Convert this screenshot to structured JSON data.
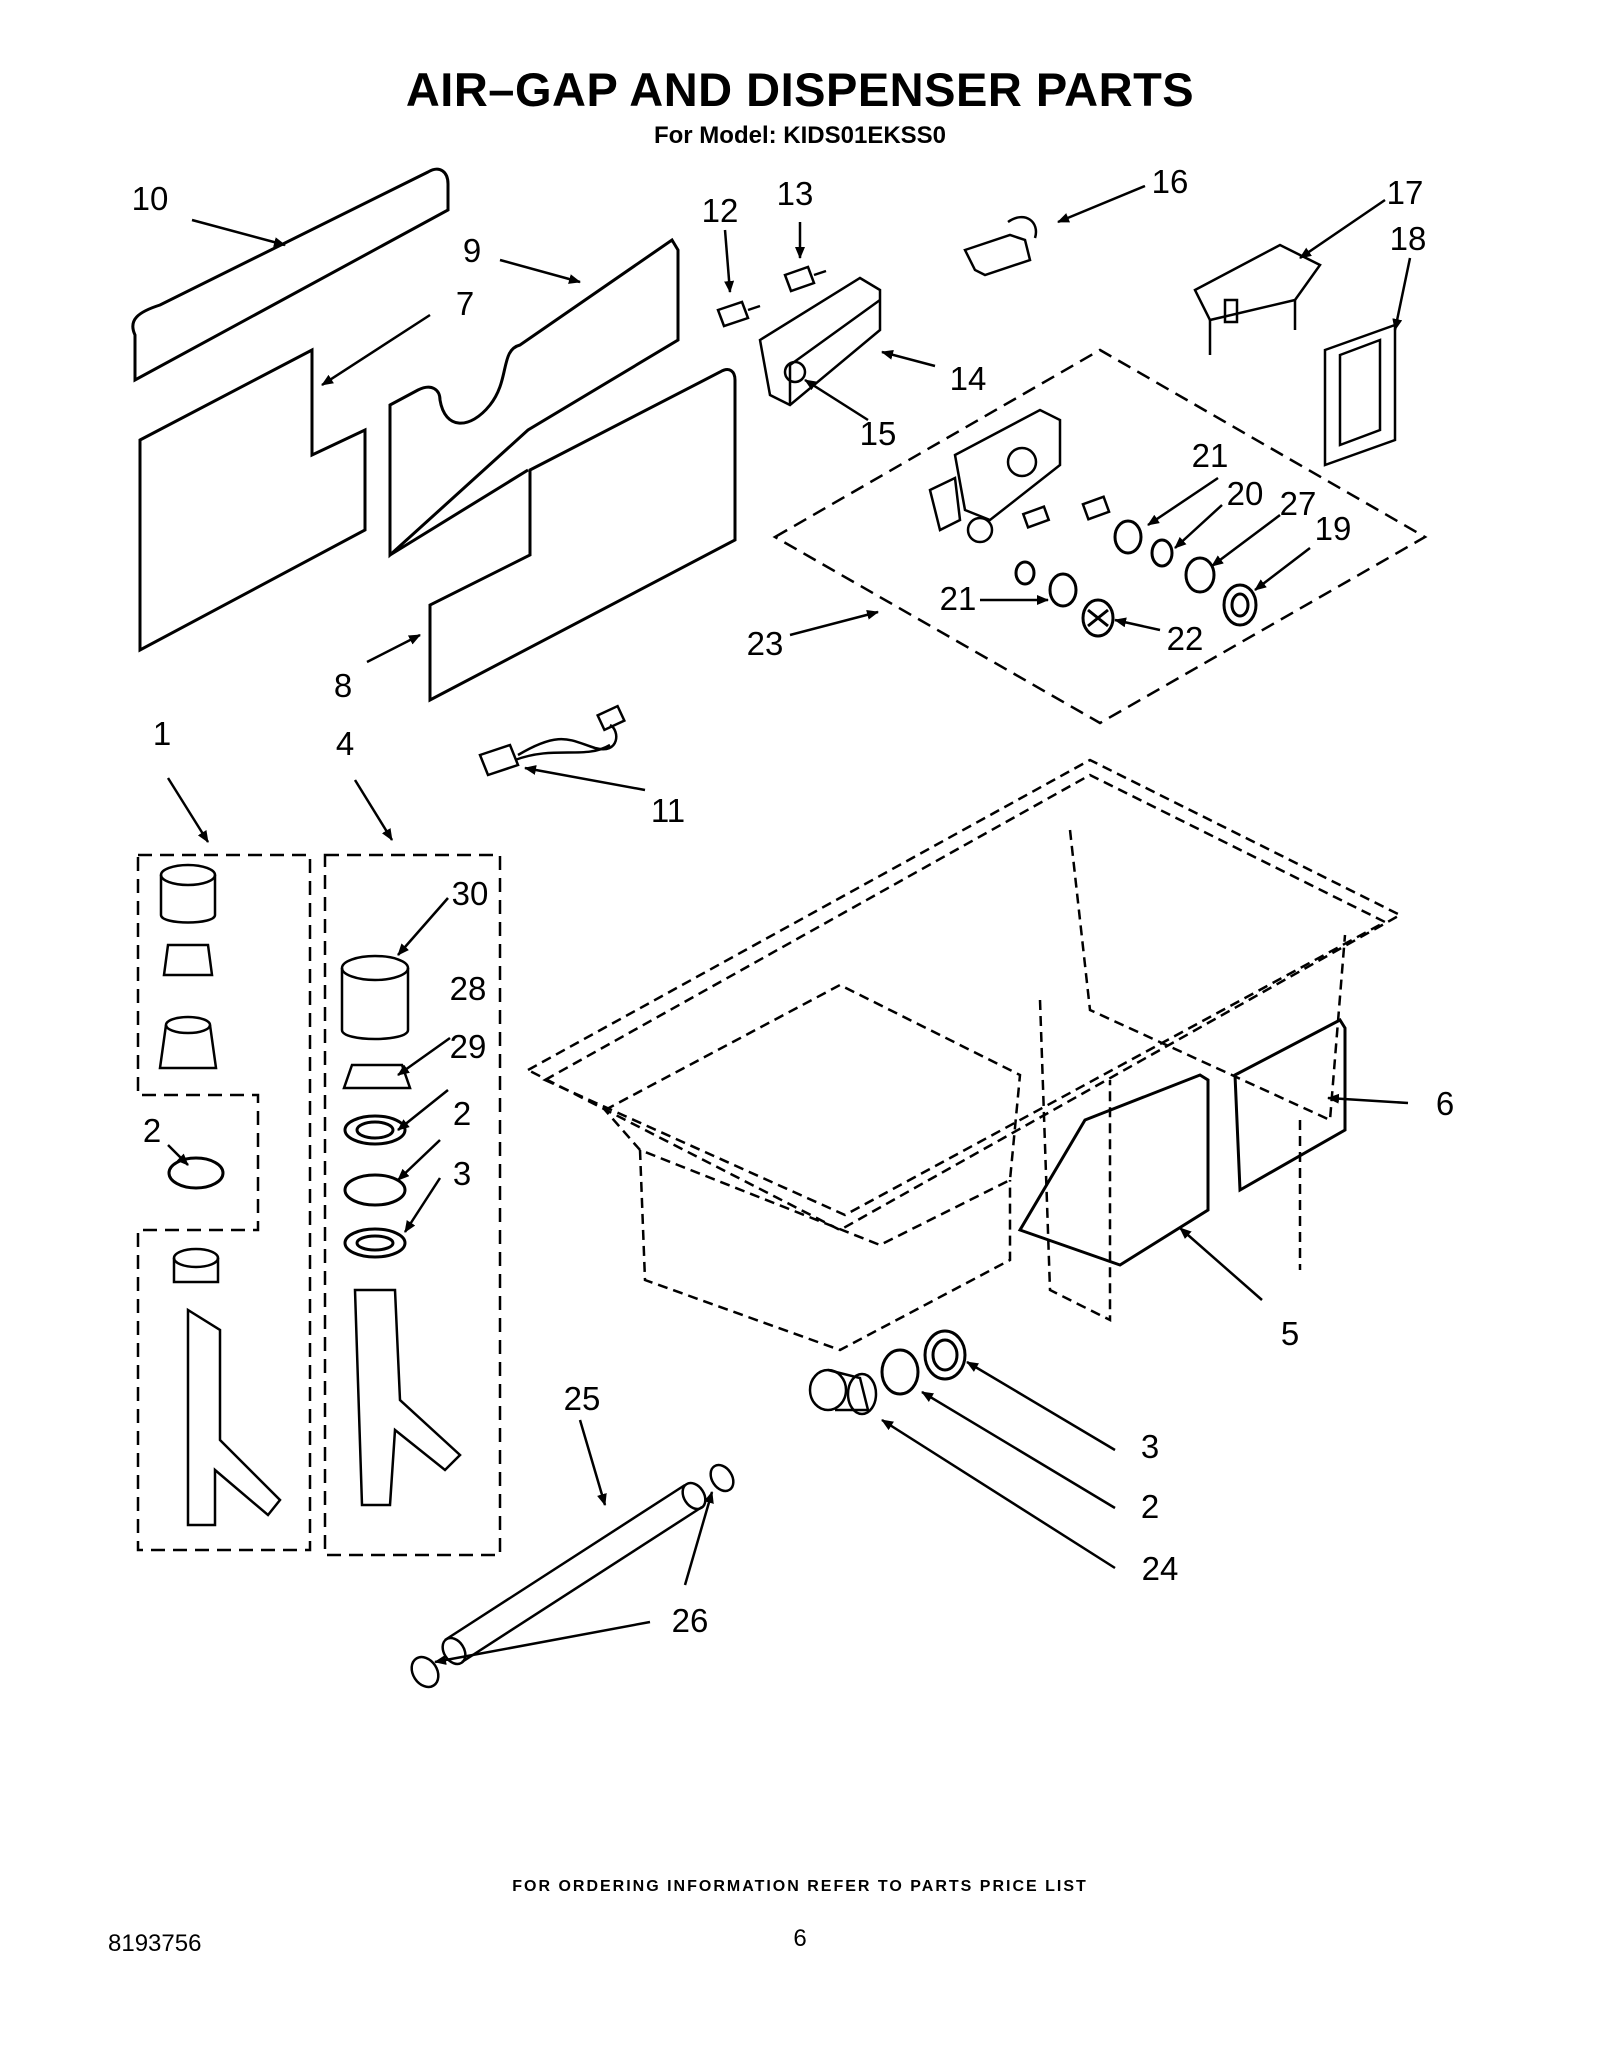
{
  "header": {
    "title": "AIR–GAP AND DISPENSER PARTS",
    "subtitle": "For Model: KIDS01EKSS0"
  },
  "callouts": {
    "c1": "1",
    "c2a": "2",
    "c2b": "2",
    "c2c": "2",
    "c3a": "3",
    "c3b": "3",
    "c4": "4",
    "c5": "5",
    "c6": "6",
    "c7": "7",
    "c8": "8",
    "c9": "9",
    "c10": "10",
    "c11": "11",
    "c12": "12",
    "c13": "13",
    "c14": "14",
    "c15": "15",
    "c16": "16",
    "c17": "17",
    "c18": "18",
    "c19": "19",
    "c20": "20",
    "c21a": "21",
    "c21b": "21",
    "c22": "22",
    "c23": "23",
    "c24": "24",
    "c25": "25",
    "c26": "26",
    "c27": "27",
    "c28": "28",
    "c29": "29",
    "c30": "30"
  },
  "footer": {
    "ordering_note": "FOR ORDERING INFORMATION REFER TO PARTS PRICE LIST",
    "doc_number": "8193756",
    "page_number": "6"
  }
}
